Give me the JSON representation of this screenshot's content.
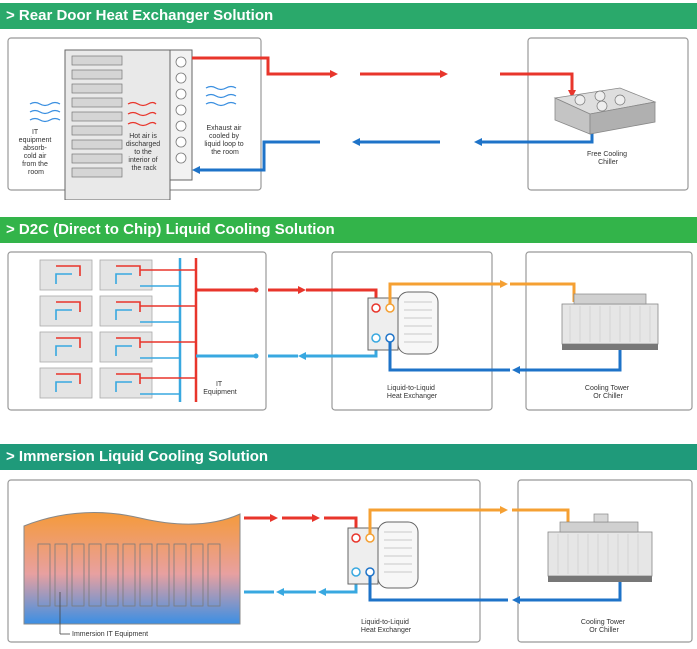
{
  "sections": [
    {
      "title": "> Rear Door Heat Exchanger Solution",
      "labels": {
        "it_equipment": [
          "IT",
          "equipment",
          "absorb-",
          "cold air",
          "from the",
          "room"
        ],
        "hot_air": [
          "Hot air is",
          "discharged",
          "to the",
          "interior of",
          "the rack"
        ],
        "exhaust": [
          "Exhaust air",
          "cooled by",
          "liquid loop to",
          "the room"
        ],
        "chiller": [
          "Free Cooling",
          "Chiller"
        ]
      }
    },
    {
      "title": "> D2C (Direct to Chip) Liquid Cooling Solution",
      "labels": {
        "it_equipment": [
          "IT",
          "Equipment"
        ],
        "exchanger": [
          "Liquid-to-Liquid",
          "Heat Exchanger"
        ],
        "tower": [
          "Cooling Tower",
          "Or Chiller"
        ]
      }
    },
    {
      "title": "> Immersion Liquid Cooling Solution",
      "labels": {
        "it_equipment": [
          "Immersion IT Equipment"
        ],
        "exchanger": [
          "Liquid-to-Liquid",
          "Heat Exchanger"
        ],
        "tower": [
          "Cooling Tower",
          "Or Chiller"
        ]
      }
    }
  ],
  "colors": {
    "hot": "#e8352b",
    "cold": "#1e73c8",
    "warm": "#f5a033",
    "light_cold": "#38a8e0"
  }
}
